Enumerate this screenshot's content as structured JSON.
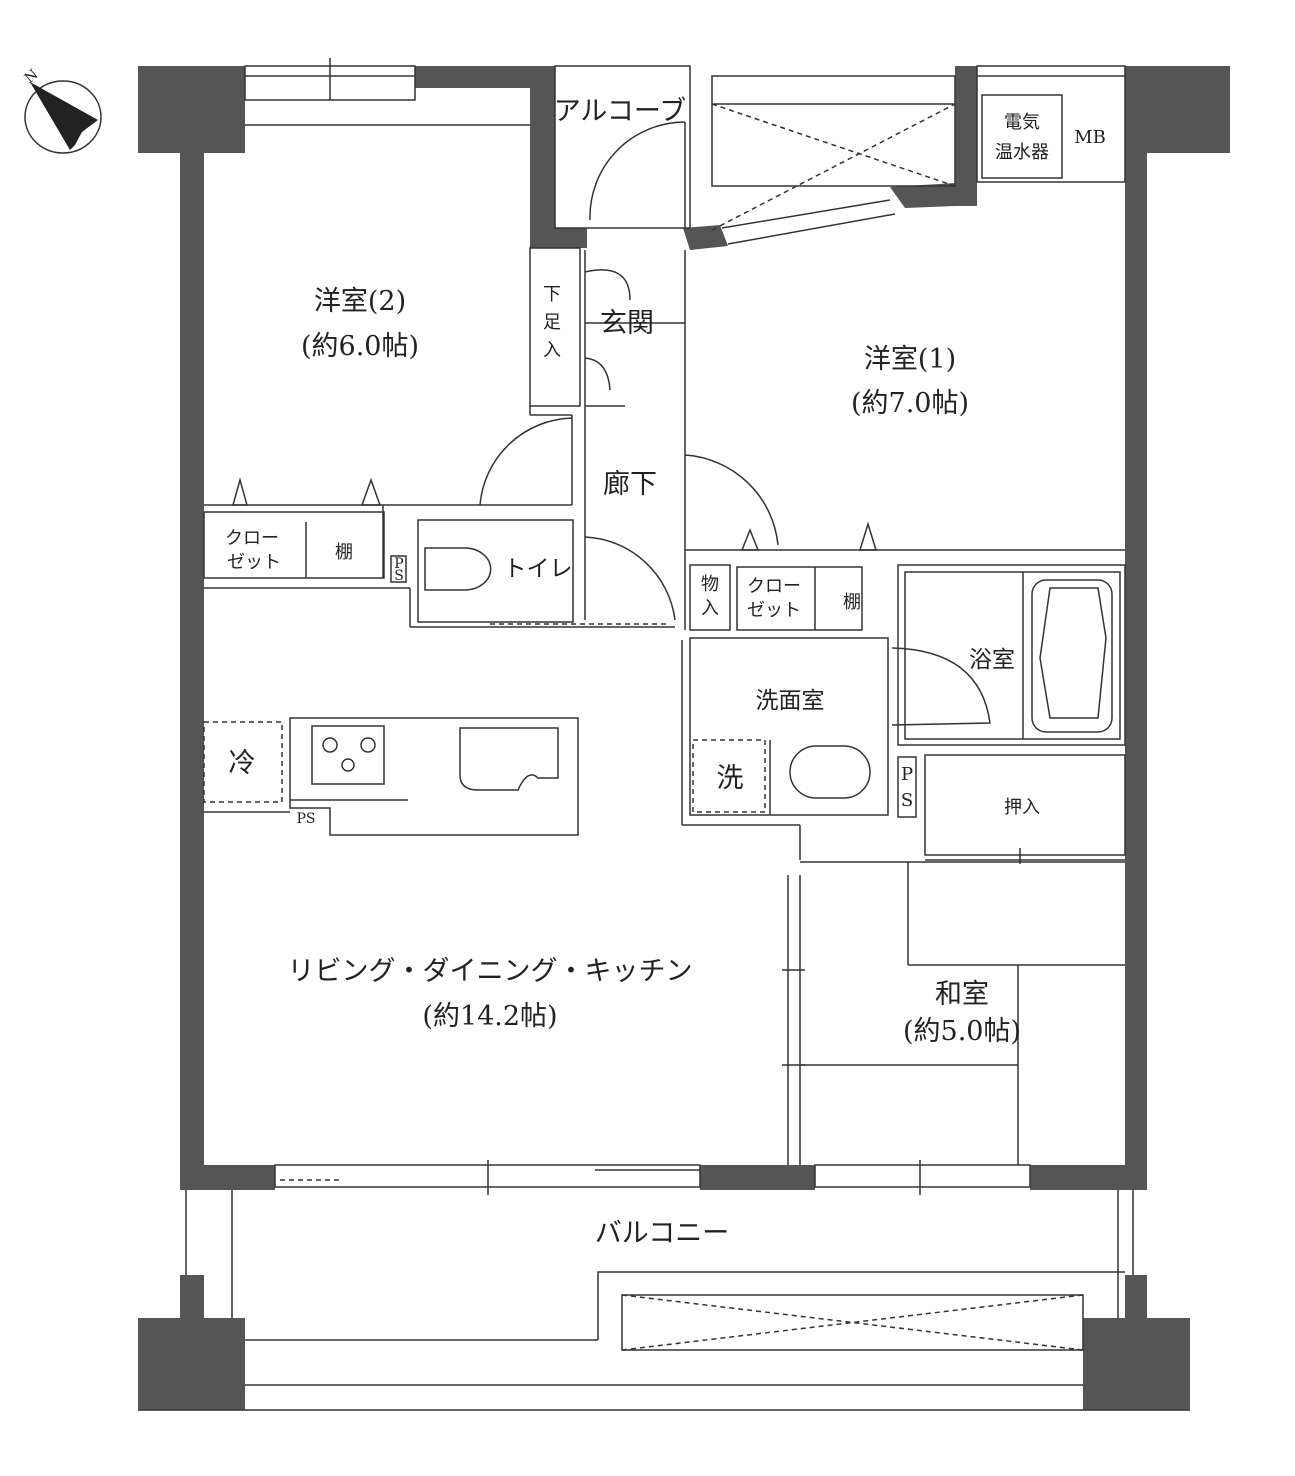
{
  "compass": {
    "label": "N"
  },
  "rooms": {
    "alcove": "アルコーブ",
    "water_heater_1": "電気",
    "water_heater_2": "温水器",
    "mb": "MB",
    "western2_name": "洋室(2)",
    "western2_size": "(約6.0帖)",
    "shoe_storage": [
      "下",
      "足",
      "入"
    ],
    "entrance": "玄関",
    "western1_name": "洋室(1)",
    "western1_size": "(約7.0帖)",
    "hallway": "廊下",
    "closet_a_1": "クロー",
    "closet_a_2": "ゼット",
    "shelf_a": "棚",
    "ps_a": [
      "P",
      "S"
    ],
    "toilet": "トイレ",
    "storage_1": "物",
    "storage_2": "入",
    "closet_b_1": "クロー",
    "closet_b_2": "ゼット",
    "shelf_b": "棚",
    "bath": "浴室",
    "washroom": "洗面室",
    "washer": "洗",
    "ps_b": [
      "P",
      "S"
    ],
    "oshiire": "押入",
    "fridge": "冷",
    "ps_kitchen": "PS",
    "ldk_name": "リビング・ダイニング・キッチン",
    "ldk_size": "(約14.2帖)",
    "washitsu_name": "和室",
    "washitsu_size": "(約5.0帖)",
    "balcony": "バルコニー"
  }
}
